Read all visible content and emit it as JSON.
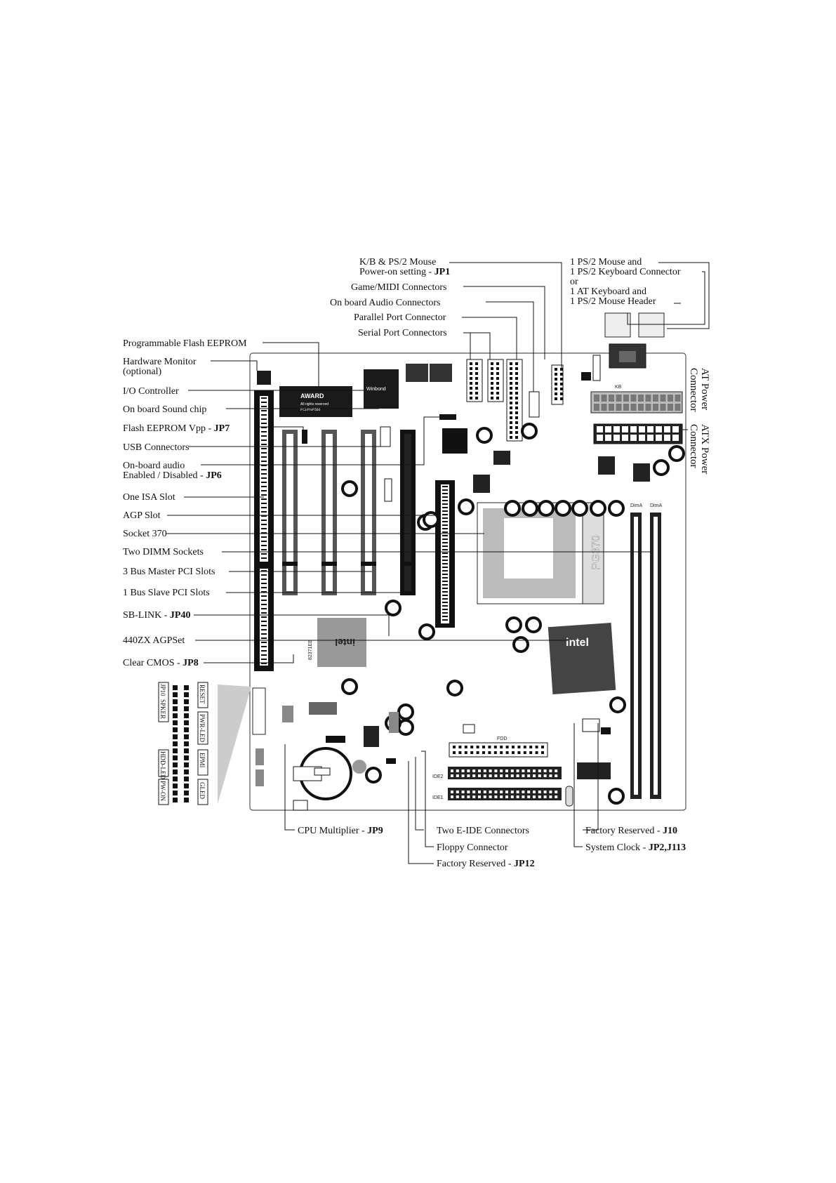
{
  "labels": {
    "kb_ps2_power_on_1": "K/B & PS/2 Mouse",
    "kb_ps2_power_on_2": "Power-on setting - ",
    "kb_ps2_power_on_jp": "JP1",
    "game_midi": "Game/MIDI Connectors",
    "onboard_audio_conn": "On board Audio Connectors",
    "parallel_port": "Parallel Port Connector",
    "serial_ports": "Serial Port Connectors",
    "ps2_mouse_1": "1 PS/2 Mouse and",
    "ps2_mouse_2": "1 PS/2 Keyboard Connector",
    "ps2_mouse_3": "or",
    "ps2_mouse_4": "1 AT Keyboard and",
    "ps2_mouse_5": "1 PS/2 Mouse Header",
    "at_power_1": "AT Power",
    "at_power_2": "Connector",
    "atx_power_1": "ATX Power",
    "atx_power_2": "Connector",
    "flash_eeprom": "Programmable Flash EEPROM",
    "hw_monitor_1": "Hardware Monitor",
    "hw_monitor_2": "(optional)",
    "io_controller": "I/O Controller",
    "sound_chip": "On board Sound chip",
    "flash_vpp": "Flash EEPROM Vpp - ",
    "flash_vpp_jp": "JP7",
    "usb": "USB Connectors",
    "onboard_audio_1": "On-board audio",
    "onboard_audio_2": "Enabled / Disabled - ",
    "onboard_audio_jp": "JP6",
    "isa_slot": "One ISA Slot",
    "agp_slot": "AGP Slot",
    "socket370": "Socket 370",
    "dimm": "Two DIMM Sockets",
    "pci_master": "3 Bus Master PCI Slots",
    "pci_slave": "1 Bus Slave PCI Slots",
    "sblink": "SB-LINK - ",
    "sblink_jp": "JP40",
    "agpset": "440ZX AGPSet",
    "clear_cmos": "Clear CMOS - ",
    "clear_cmos_jp": "JP8",
    "cpu_mult": "CPU Multiplier - ",
    "cpu_mult_jp": "JP9",
    "two_ide": "Two E-IDE Connectors",
    "floppy": "Floppy Connector",
    "factory_jp12": "Factory Reserved - ",
    "factory_jp12_jp": "JP12",
    "factory_j10": "Factory Reserved - ",
    "factory_j10_jp": "J10",
    "sys_clock": "System Clock - ",
    "sys_clock_jp": "JP2,J113"
  },
  "board_text": {
    "award_1": "AWARD",
    "award_2": "All rights reserved",
    "award_3": "PCI/PNP586",
    "intel_nb": "intel",
    "intel_sb": "intel",
    "pg370": "PG370",
    "kb": "KB",
    "dimm_a": "DimA",
    "dimm_b": "DimA",
    "fdd": "FDD",
    "ide2": "IDE2",
    "ide1": "IDE1",
    "winbond": "Winbond",
    "chip_82371": "82371EB"
  },
  "front_panel": {
    "jp10": "JP10",
    "speaker": "SPKER",
    "reset": "RESET",
    "pwr_led": "PWR-LED",
    "hdd_led": "HDD-LED",
    "epmi": "EPMI",
    "pw_on": "PW-ON",
    "gled": "GLED"
  },
  "colors": {
    "board": "#ffffff",
    "line": "#111111",
    "chip": "#1a1a1a",
    "grey": "#9a9a9a",
    "light": "#d9d9d9"
  }
}
